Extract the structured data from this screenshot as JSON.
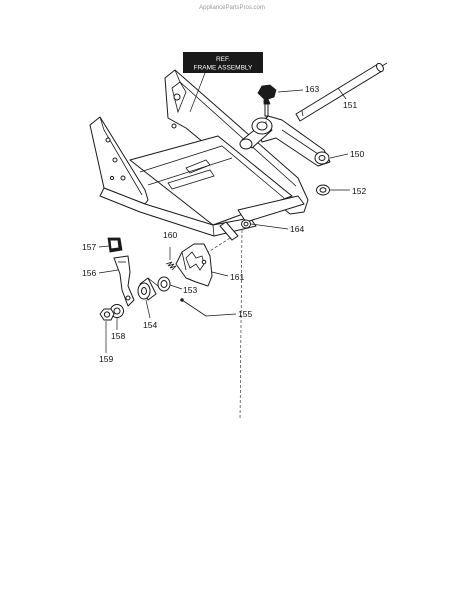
{
  "watermark": "AppliancePartsPros.com",
  "ref_box": {
    "line1": "REF.",
    "line2": "FRAME ASSEMBLY"
  },
  "labels": {
    "p150": "150",
    "p151": "151",
    "p152": "152",
    "p153": "153",
    "p154": "154",
    "p155": "155",
    "p156": "156",
    "p157": "157",
    "p158": "158",
    "p159": "159",
    "p160": "160",
    "p161": "161",
    "p163": "163",
    "p164": "164"
  }
}
